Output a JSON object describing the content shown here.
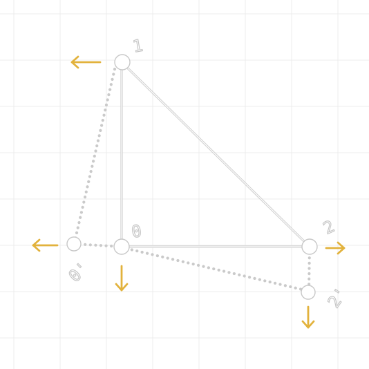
{
  "vertices": [
    {
      "id": "v0",
      "label": "0"
    },
    {
      "id": "v1",
      "label": "1"
    },
    {
      "id": "v2",
      "label": "2"
    },
    {
      "id": "v0p",
      "label": "0'"
    },
    {
      "id": "v1p",
      "label": ""
    },
    {
      "id": "v2p",
      "label": "2'"
    }
  ],
  "colors": {
    "background": "#ffffff",
    "grid": "#ececec",
    "edge": "#cfcfcf",
    "vertex_stroke": "#c8c8c8",
    "arrow": "#e2b23c",
    "label_stroke": "#c6c6c6"
  },
  "icons": {
    "displacement_arrow": "arrow-icon"
  }
}
